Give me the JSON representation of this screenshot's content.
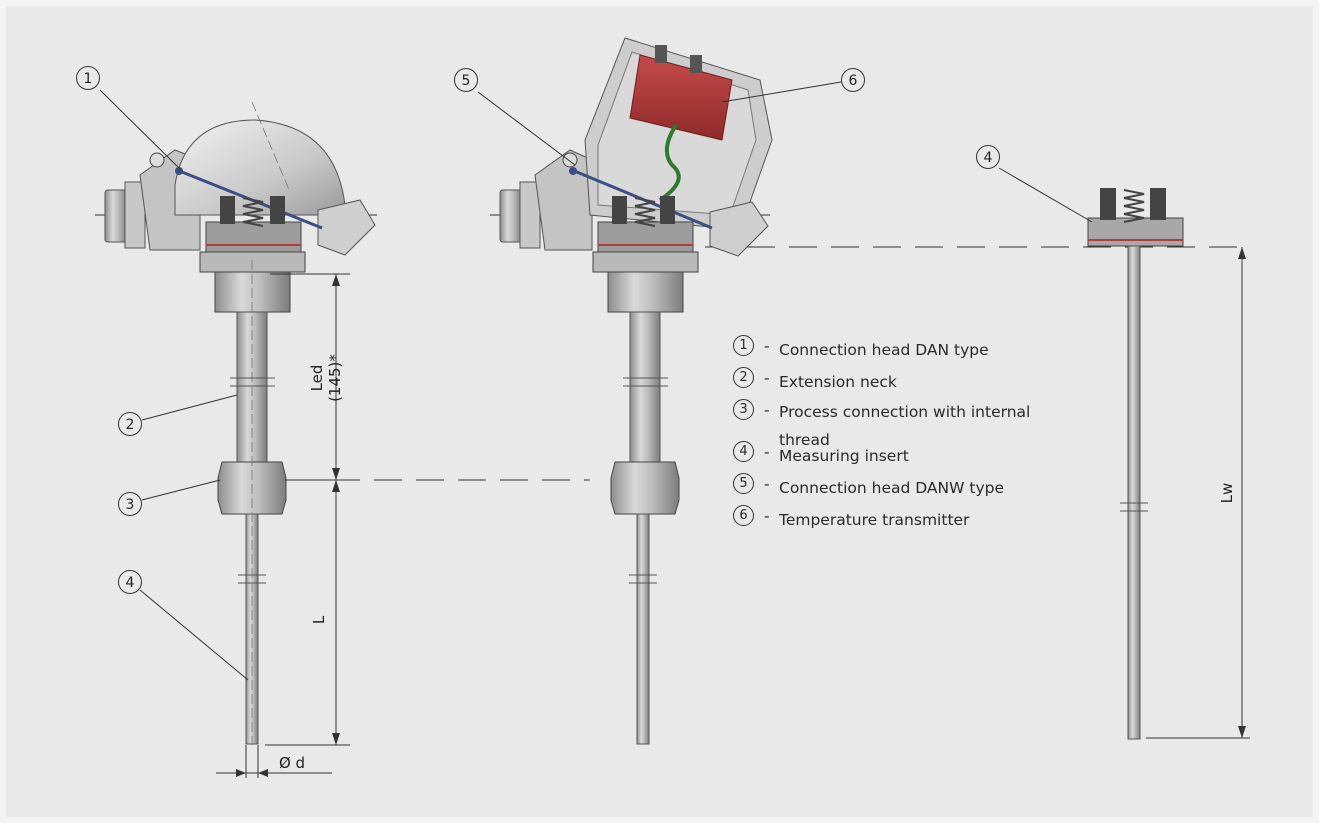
{
  "callouts": {
    "c1": "1",
    "c2": "2",
    "c3": "3",
    "c4a": "4",
    "c5": "5",
    "c6": "6",
    "c4b": "4"
  },
  "dimensions": {
    "led": "Led",
    "led_value": "(145)*",
    "l": "L",
    "lw": "Lw",
    "diameter": "Ø d"
  },
  "legend": {
    "items": [
      {
        "num": "1",
        "dash": "-",
        "text": "Connection head DAN type",
        "text2": ""
      },
      {
        "num": "2",
        "dash": "-",
        "text": "Extension neck",
        "text2": ""
      },
      {
        "num": "3",
        "dash": "-",
        "text": "Process connection with internal",
        "text2": "thread"
      },
      {
        "num": "4",
        "dash": "-",
        "text": "Measuring insert",
        "text2": ""
      },
      {
        "num": "5",
        "dash": "-",
        "text": "Connection head DANW type",
        "text2": ""
      },
      {
        "num": "6",
        "dash": "-",
        "text": "Temperature transmitter",
        "text2": ""
      }
    ]
  },
  "colors": {
    "background": "#e9e9e9",
    "metal": "#b9b9b9",
    "transmitter_red": "#b53a3a",
    "wire_green": "#2f7a2f",
    "rod_blue": "#3b4f86"
  }
}
